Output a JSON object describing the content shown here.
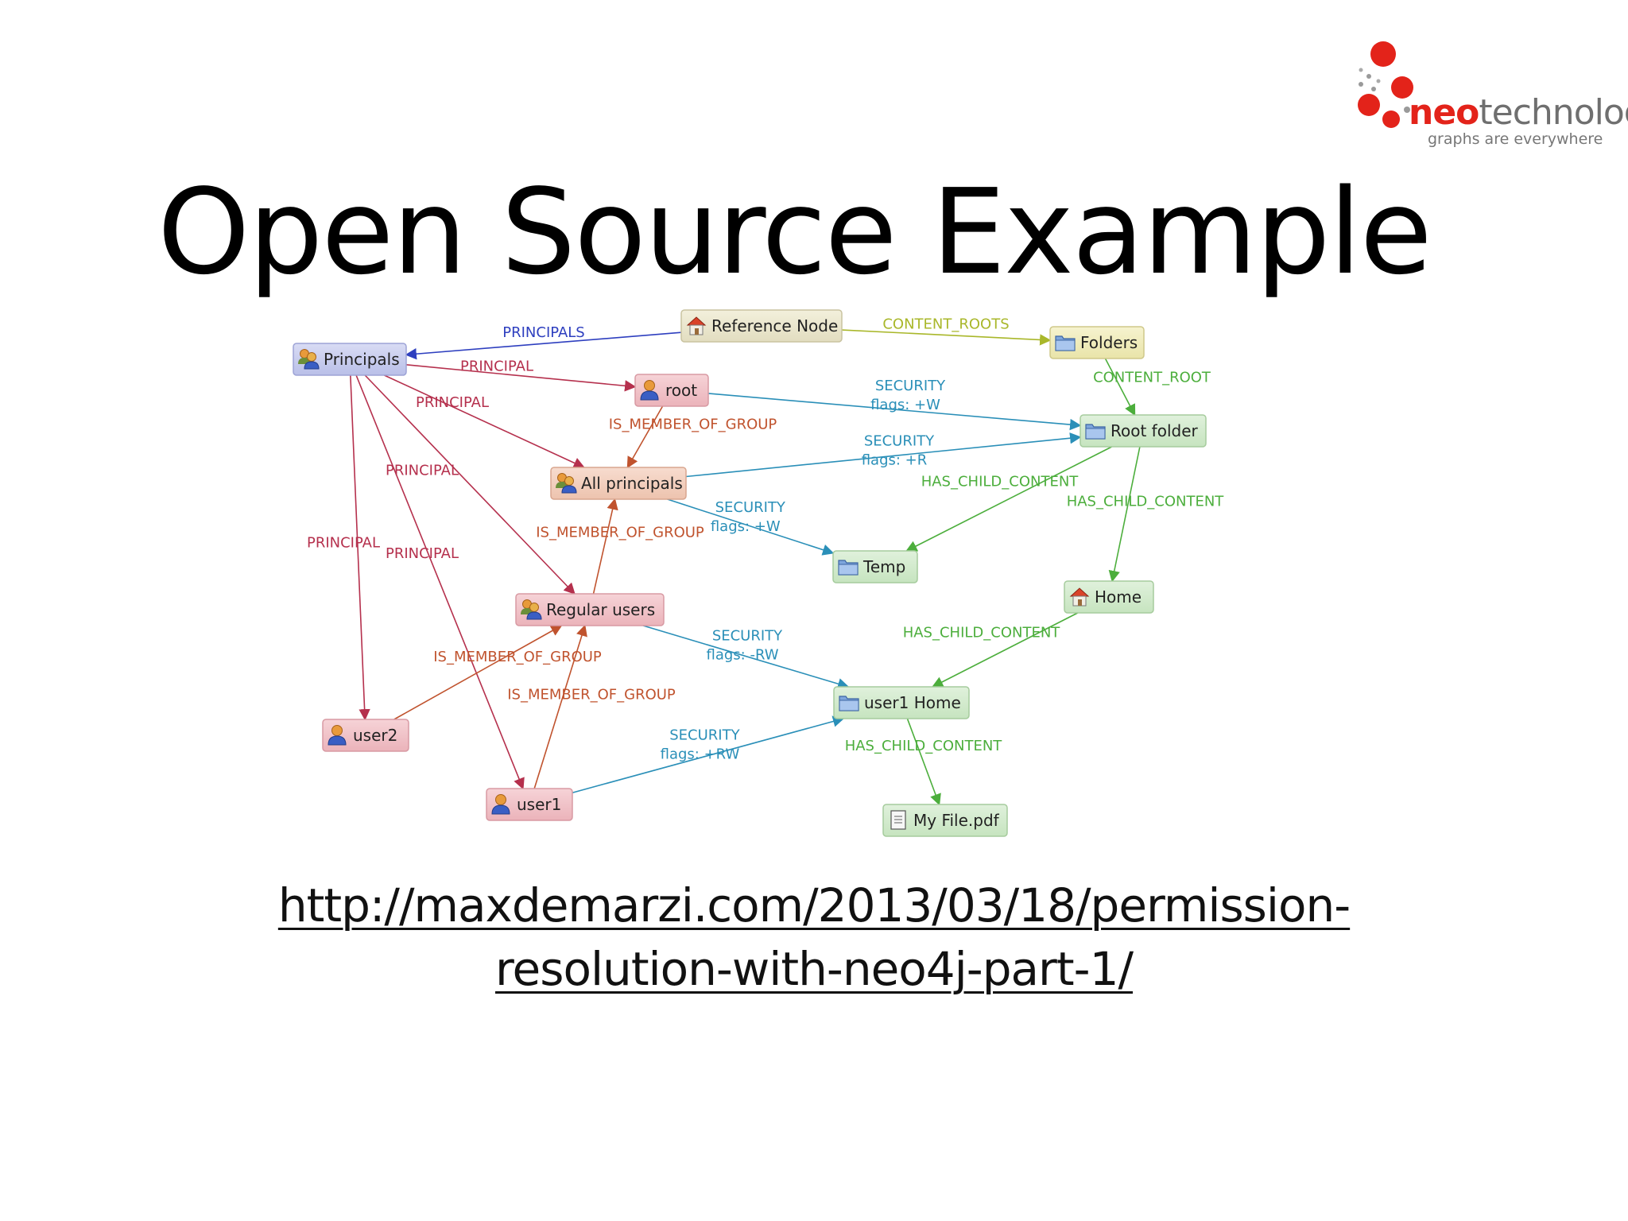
{
  "slide": {
    "title": "Open Source Example",
    "url_line1": "http://maxdemarzi.com/2013/03/18/permission-",
    "url_line2": "resolution-with-neo4j-part-1/"
  },
  "logo": {
    "brand_neo": "neo",
    "brand_rest": "technology",
    "tagline": "graphs are everywhere"
  },
  "colors": {
    "principals_edge": "#b5304d",
    "member_edge": "#c0532e",
    "security_edge": "#2a8fb8",
    "content_edge": "#4cae3c",
    "content_roots_edge": "#a9b72a",
    "principals_blue": "#2e3fbf"
  },
  "graph": {
    "nodes": [
      {
        "id": "principals",
        "label": "Principals",
        "icon": "group-icon",
        "style": "group"
      },
      {
        "id": "reference",
        "label": "Reference Node",
        "icon": "house-icon",
        "style": "reference"
      },
      {
        "id": "folders",
        "label": "Folders",
        "icon": "folder-icon",
        "style": "folder"
      },
      {
        "id": "root",
        "label": "root",
        "icon": "user-icon",
        "style": "user"
      },
      {
        "id": "rootfolder",
        "label": "Root folder",
        "icon": "folder-icon",
        "style": "folderg"
      },
      {
        "id": "allprincipals",
        "label": "All principals",
        "icon": "group-icon",
        "style": "peach"
      },
      {
        "id": "temp",
        "label": "Temp",
        "icon": "folder-icon",
        "style": "folderg"
      },
      {
        "id": "home",
        "label": "Home",
        "icon": "house-icon",
        "style": "folderg"
      },
      {
        "id": "regularusers",
        "label": "Regular users",
        "icon": "group-icon",
        "style": "user"
      },
      {
        "id": "user1home",
        "label": "user1 Home",
        "icon": "folder-icon",
        "style": "folderg"
      },
      {
        "id": "user2",
        "label": "user2",
        "icon": "user-icon",
        "style": "user"
      },
      {
        "id": "user1",
        "label": "user1",
        "icon": "user-icon",
        "style": "user"
      },
      {
        "id": "myfile",
        "label": "My File.pdf",
        "icon": "file-icon",
        "style": "folderg"
      }
    ],
    "edges": [
      {
        "from": "reference",
        "to": "principals",
        "label": "PRINCIPALS",
        "type": "principals"
      },
      {
        "from": "reference",
        "to": "folders",
        "label": "CONTENT_ROOTS",
        "type": "content_roots"
      },
      {
        "from": "principals",
        "to": "root",
        "label": "PRINCIPAL",
        "type": "principal"
      },
      {
        "from": "principals",
        "to": "allprincipals",
        "label": "PRINCIPAL",
        "type": "principal"
      },
      {
        "from": "principals",
        "to": "regularusers",
        "label": "PRINCIPAL",
        "type": "principal"
      },
      {
        "from": "principals",
        "to": "user2",
        "label": "PRINCIPAL",
        "type": "principal"
      },
      {
        "from": "principals",
        "to": "user1",
        "label": "PRINCIPAL",
        "type": "principal"
      },
      {
        "from": "root",
        "to": "allprincipals",
        "label": "IS_MEMBER_OF_GROUP",
        "type": "member"
      },
      {
        "from": "regularusers",
        "to": "allprincipals",
        "label": "IS_MEMBER_OF_GROUP",
        "type": "member"
      },
      {
        "from": "user2",
        "to": "regularusers",
        "label": "IS_MEMBER_OF_GROUP",
        "type": "member"
      },
      {
        "from": "user1",
        "to": "regularusers",
        "label": "IS_MEMBER_OF_GROUP",
        "type": "member"
      },
      {
        "from": "folders",
        "to": "rootfolder",
        "label": "CONTENT_ROOT",
        "type": "content"
      },
      {
        "from": "root",
        "to": "rootfolder",
        "label": "SECURITY",
        "flags": "flags: +W",
        "type": "security"
      },
      {
        "from": "allprincipals",
        "to": "rootfolder",
        "label": "SECURITY",
        "flags": "flags: +R",
        "type": "security"
      },
      {
        "from": "allprincipals",
        "to": "temp",
        "label": "SECURITY",
        "flags": "flags: +W",
        "type": "security"
      },
      {
        "from": "rootfolder",
        "to": "temp",
        "label": "HAS_CHILD_CONTENT",
        "type": "content"
      },
      {
        "from": "rootfolder",
        "to": "home",
        "label": "HAS_CHILD_CONTENT",
        "type": "content"
      },
      {
        "from": "regularusers",
        "to": "user1home",
        "label": "SECURITY",
        "flags": "flags: -RW",
        "type": "security"
      },
      {
        "from": "home",
        "to": "user1home",
        "label": "HAS_CHILD_CONTENT",
        "type": "content"
      },
      {
        "from": "user1",
        "to": "user1home",
        "label": "SECURITY",
        "flags": "flags: +RW",
        "type": "security"
      },
      {
        "from": "user1home",
        "to": "myfile",
        "label": "HAS_CHILD_CONTENT",
        "type": "content"
      }
    ]
  }
}
